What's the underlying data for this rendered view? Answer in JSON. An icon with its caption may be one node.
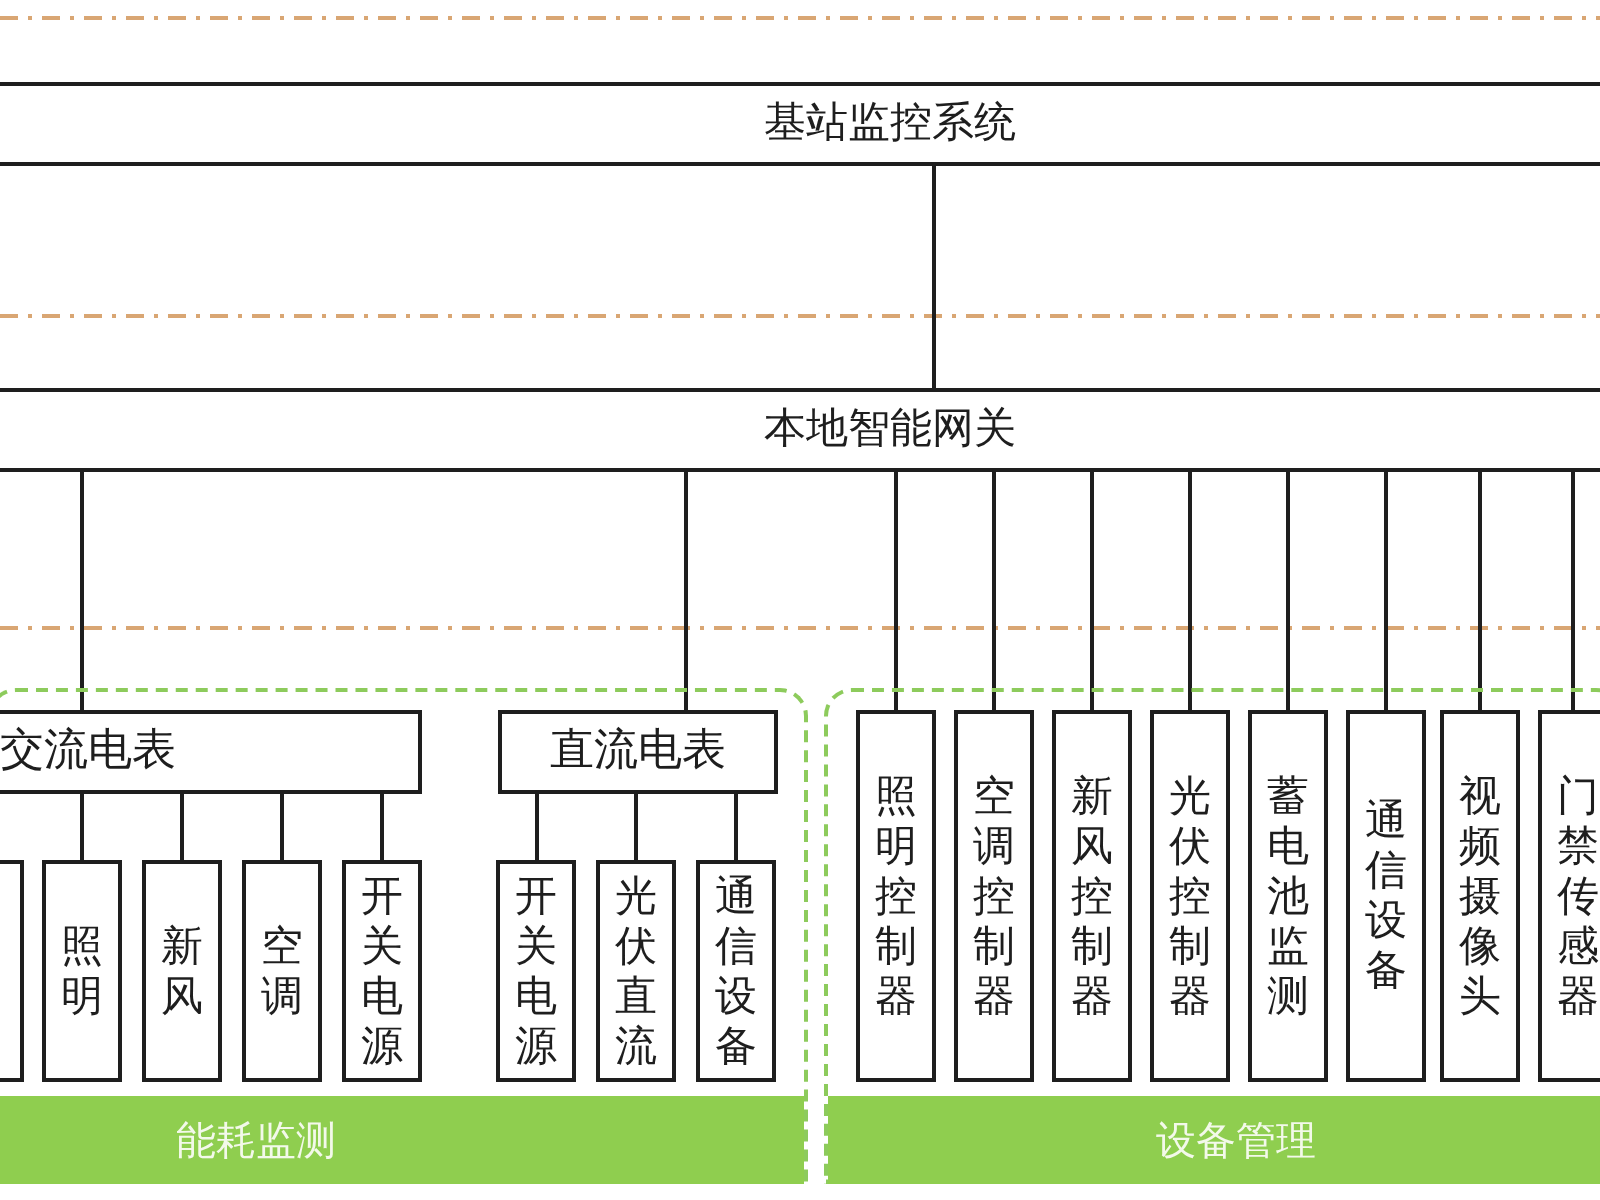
{
  "diagram": {
    "nodes": [
      {
        "text": [
          "基站监控系统"
        ]
      },
      {
        "text": [
          "本地智能网关"
        ]
      },
      {
        "text": [
          "能耗监测"
        ]
      },
      {
        "text": [
          "交流电表"
        ],
        "in": 2
      },
      {
        "text": [
          "直流电表"
        ],
        "in": 2
      },
      {
        "text": [],
        "shape": "box",
        "in": 2
      },
      {
        "text": [
          "照明"
        ],
        "in": 2
      },
      {
        "text": [
          "新风"
        ],
        "in": 2
      },
      {
        "text": [
          "空调"
        ],
        "in": 2
      },
      {
        "text": [
          "开关电源"
        ],
        "in": 2
      },
      {
        "text": [
          "开关电源"
        ],
        "in": 2
      },
      {
        "text": [
          "光伏直流"
        ],
        "in": 2
      },
      {
        "text": [
          "通信设备"
        ],
        "in": 2
      },
      {
        "text": [
          "设备管理"
        ]
      },
      {
        "text": [
          "照明控制器"
        ],
        "in": 13
      },
      {
        "text": [
          "空调控制器"
        ],
        "in": 13
      },
      {
        "text": [
          "新风控制器"
        ],
        "in": 13
      },
      {
        "text": [
          "光伏控制器"
        ],
        "in": 13
      },
      {
        "text": [
          "蓄电池监测"
        ],
        "in": 13
      },
      {
        "text": [
          "通信设备"
        ],
        "in": 13
      },
      {
        "text": [
          "视频摄像头"
        ],
        "in": 13
      },
      {
        "text": [
          "门禁传感器"
        ],
        "in": 13
      }
    ],
    "edges": [
      {
        "from": 0,
        "to": 1,
        "arrow": "none"
      },
      {
        "from": 1,
        "to": 3,
        "arrow": "none"
      },
      {
        "from": 1,
        "to": 4,
        "arrow": "none"
      },
      {
        "from": 1,
        "to": 14,
        "arrow": "none"
      },
      {
        "from": 1,
        "to": 15,
        "arrow": "none"
      },
      {
        "from": 1,
        "to": 16,
        "arrow": "none"
      },
      {
        "from": 1,
        "to": 17,
        "arrow": "none"
      },
      {
        "from": 1,
        "to": 18,
        "arrow": "none"
      },
      {
        "from": 1,
        "to": 19,
        "arrow": "none"
      },
      {
        "from": 1,
        "to": 20,
        "arrow": "none"
      },
      {
        "from": 1,
        "to": 21,
        "arrow": "none"
      },
      {
        "from": 3,
        "to": 6,
        "arrow": "none"
      },
      {
        "from": 3,
        "to": 7,
        "arrow": "none"
      },
      {
        "from": 3,
        "to": 8,
        "arrow": "none"
      },
      {
        "from": 3,
        "to": 9,
        "arrow": "none"
      },
      {
        "from": 4,
        "to": 10,
        "arrow": "none"
      },
      {
        "from": 4,
        "to": 11,
        "arrow": "none"
      },
      {
        "from": 4,
        "to": 12,
        "arrow": "none"
      }
    ]
  }
}
